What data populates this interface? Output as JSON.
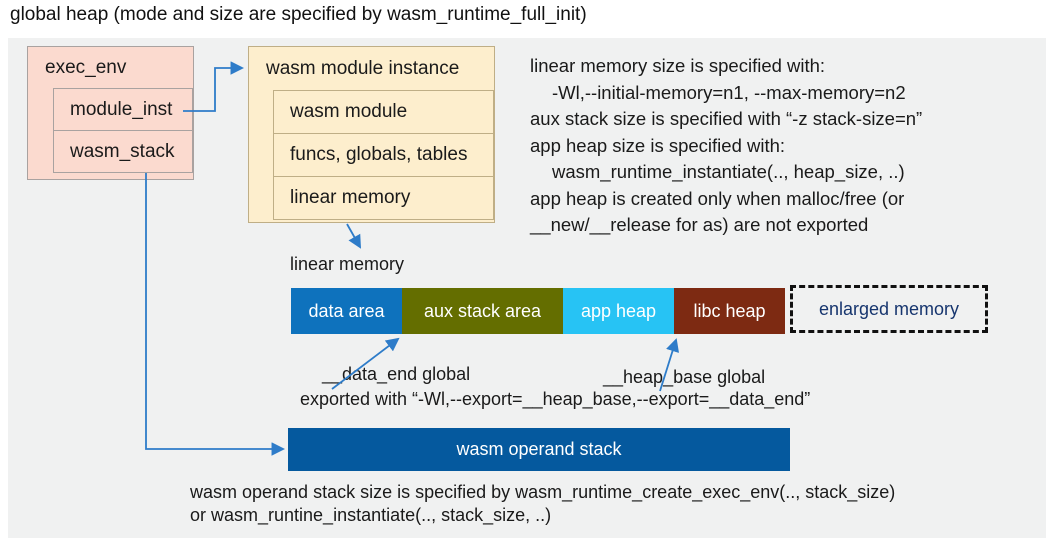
{
  "title": "global heap (mode and size are specified by wasm_runtime_full_init)",
  "exec_env_box": {
    "title": "exec_env",
    "rows": [
      "module_inst",
      "wasm_stack"
    ]
  },
  "module_instance_box": {
    "title": "wasm module instance",
    "rows": [
      "wasm module",
      "funcs, globals, tables",
      "linear memory"
    ]
  },
  "notes": {
    "lines": [
      "linear memory size is specified with:",
      "-Wl,--initial-memory=n1, --max-memory=n2",
      "aux stack size is specified with “-z stack-size=n”",
      "app heap size is specified with:",
      "wasm_runtime_instantiate(.., heap_size, ..)",
      "app heap is created only when malloc/free (or",
      "__new/__release for as) are not exported"
    ]
  },
  "linear_memory": {
    "label": "linear memory",
    "segments": [
      {
        "label": "data area",
        "color": "#0e72bd"
      },
      {
        "label": "aux stack area",
        "color": "#646e00"
      },
      {
        "label": "app heap",
        "color": "#27c3f4"
      },
      {
        "label": "libc heap",
        "color": "#7d2a12"
      },
      {
        "label": "enlarged memory",
        "color": "dashed-outline",
        "text_color": "#16356e"
      }
    ],
    "annotations": {
      "data_end": "__data_end global",
      "heap_base": "__heap_base global",
      "export_line": "exported with “-Wl,--export=__heap_base,--export=__data_end”"
    }
  },
  "operand_stack": {
    "label": "wasm operand stack",
    "caption_line1": "wasm operand stack size is specified by wasm_runtime_create_exec_env(.., stack_size)",
    "caption_line2": "or wasm_runtine_instantiate(.., stack_size, ..)"
  },
  "colors": {
    "panel_bg": "#f0f1f1",
    "pink_fill": "#fbdacf",
    "pink_border": "#a9a2a0",
    "cream_fill": "#fdeecd",
    "cream_border": "#bfae86",
    "arrow_blue": "#2e7cc9",
    "operand_stack_fill": "#05599e"
  }
}
